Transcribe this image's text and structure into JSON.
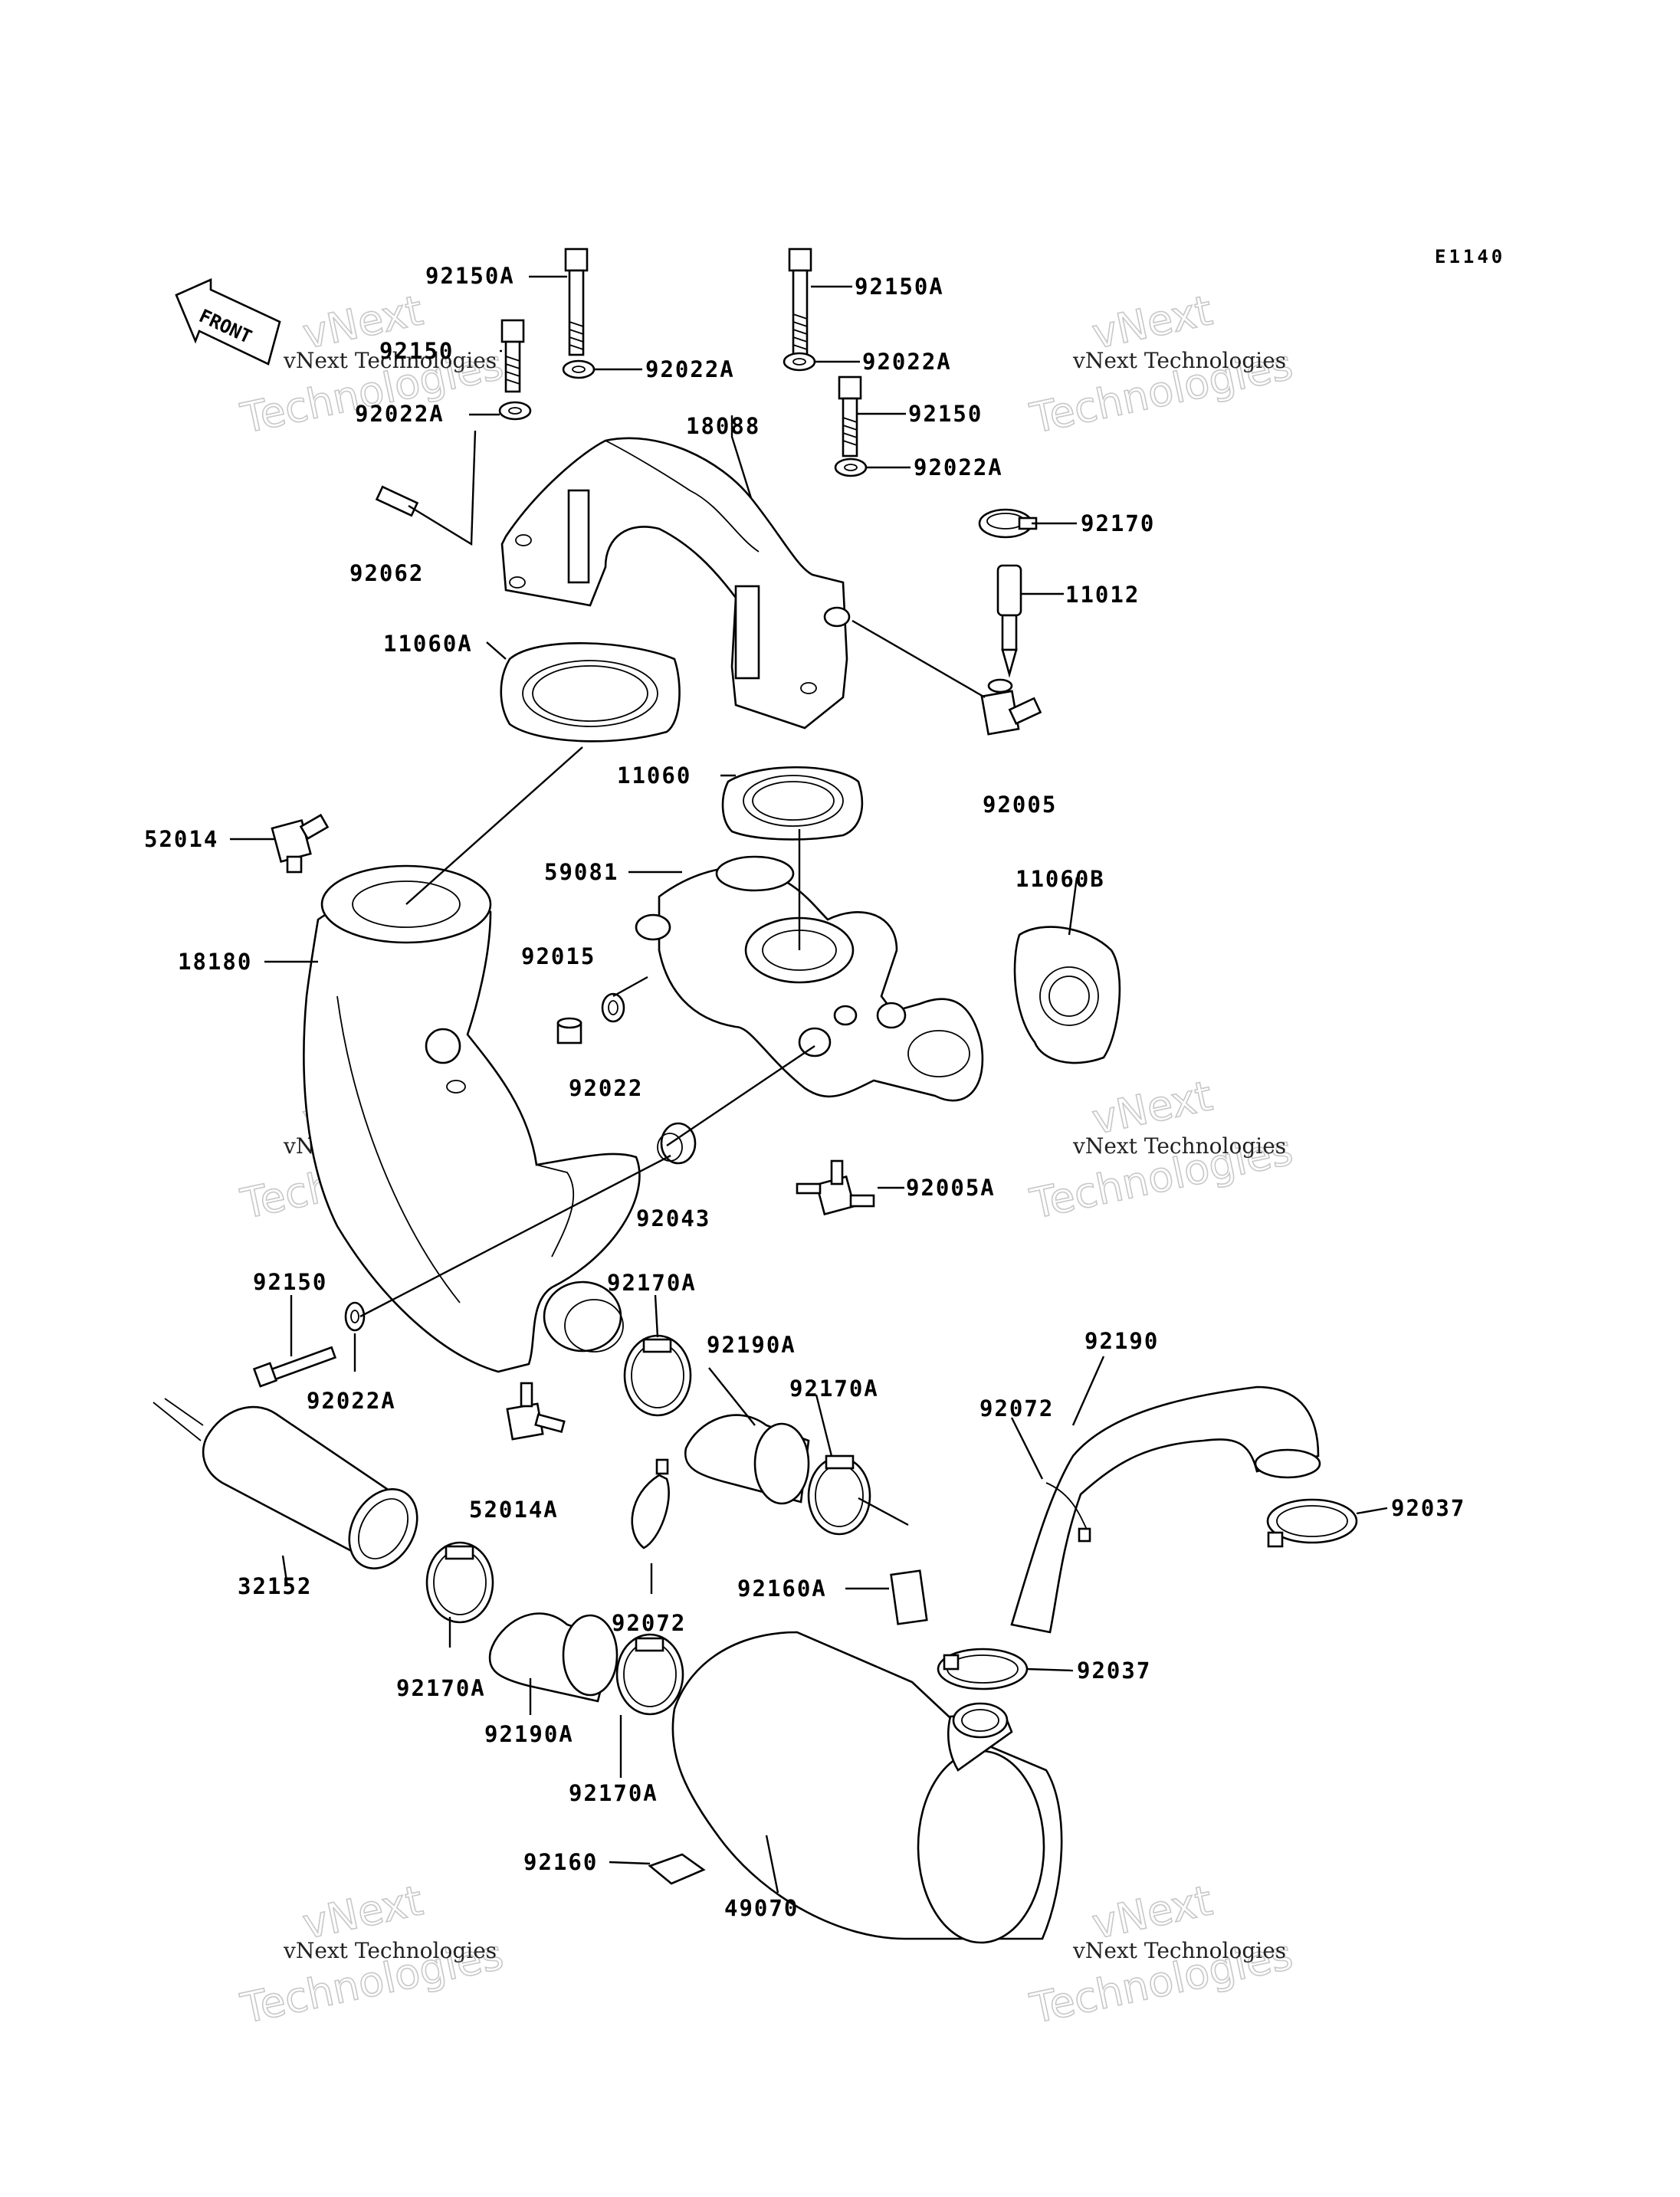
{
  "diagram_code": "E1140",
  "front_marker": "FRONT",
  "watermark": {
    "line1": "vNext Technologies",
    "line2": "vNext",
    "line3": "Technologies"
  },
  "labels": {
    "p92150A_a": "92150A",
    "p92150A_b": "92150A",
    "p92150_a": "92150",
    "p92022A_a": "92022A",
    "p92022A_b": "92022A",
    "p92022A_c": "92022A",
    "p18088": "18088",
    "p92150_b": "92150",
    "p92022A_d": "92022A",
    "p92170": "92170",
    "p92062": "92062",
    "p11012": "11012",
    "p11060A": "11060A",
    "p92005": "92005",
    "p11060": "11060",
    "p52014": "52014",
    "p59081": "59081",
    "p11060B": "11060B",
    "p92015": "92015",
    "p18180": "18180",
    "p92022": "92022",
    "p92005A": "92005A",
    "p92043": "92043",
    "p92150_c": "92150",
    "p92170A_a": "92170A",
    "p92190": "92190",
    "p92190A_a": "92190A",
    "p92022A_e": "92022A",
    "p92170A_b": "92170A",
    "p92072_a": "92072",
    "p52014A": "52014A",
    "p92037_a": "92037",
    "p32152": "32152",
    "p92160A": "92160A",
    "p92072_b": "92072",
    "p92037_b": "92037",
    "p92170A_c": "92170A",
    "p92190A_b": "92190A",
    "p92170A_d": "92170A",
    "p92160": "92160",
    "p49070": "49070"
  }
}
